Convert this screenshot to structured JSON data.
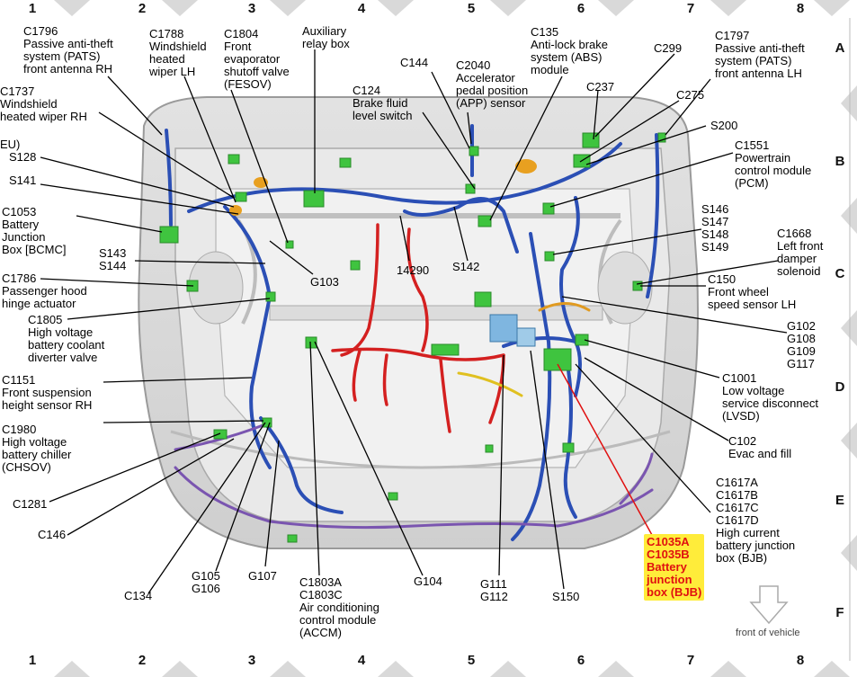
{
  "grid": {
    "columns": [
      "1",
      "2",
      "3",
      "4",
      "5",
      "6",
      "7",
      "8"
    ],
    "rows": [
      "A",
      "B",
      "C",
      "D",
      "E",
      "F"
    ]
  },
  "labels": {
    "c1796": [
      "C1796",
      "Passive anti-theft",
      "system (PATS)",
      "front antenna RH"
    ],
    "c1788": [
      "C1788",
      "Windshield",
      "heated",
      "wiper LH"
    ],
    "c1804": [
      "C1804",
      "Front",
      "evaporator",
      "shutoff valve",
      "(FESOV)"
    ],
    "aux_relay": [
      "Auxiliary",
      "relay box"
    ],
    "c144": [
      "C144"
    ],
    "c2040": [
      "C2040",
      "Accelerator",
      "pedal position",
      "(APP) sensor"
    ],
    "c135": [
      "C135",
      "Anti-lock brake",
      "system (ABS)",
      "module"
    ],
    "c299": [
      "C299"
    ],
    "c1797": [
      "C1797",
      "Passive anti-theft",
      "system (PATS)",
      "front antenna LH"
    ],
    "c1737": [
      "C1737",
      "Windshield",
      "heated wiper RH"
    ],
    "c124": [
      "C124",
      "Brake fluid",
      "level switch"
    ],
    "c237": [
      "C237"
    ],
    "c275": [
      "C275"
    ],
    "s200": [
      "S200"
    ],
    "eu": [
      "EU)"
    ],
    "s128": [
      "S128"
    ],
    "s141": [
      "S141"
    ],
    "c1551": [
      "C1551",
      "Powertrain",
      "control module",
      "(PCM)"
    ],
    "c1053": [
      "C1053",
      "Battery",
      "Junction",
      "Box [BCMC]"
    ],
    "s146": [
      "S146",
      "S147",
      "S148",
      "S149"
    ],
    "c1668": [
      "C1668",
      "Left front",
      "damper",
      "solenoid"
    ],
    "s143": [
      "S143",
      "S144"
    ],
    "g103": [
      "G103"
    ],
    "n14290": [
      "14290"
    ],
    "s142": [
      "S142"
    ],
    "c1786": [
      "C1786",
      "Passenger hood",
      "hinge actuator"
    ],
    "c150": [
      "C150",
      "Front wheel",
      "speed sensor LH"
    ],
    "c1805": [
      "C1805",
      "High voltage",
      "battery coolant",
      "diverter valve"
    ],
    "g102": [
      "G102",
      "G108",
      "G109",
      "G117"
    ],
    "c1151": [
      "C1151",
      "Front suspension",
      "height sensor RH"
    ],
    "c1001": [
      "C1001",
      "Low voltage",
      "service disconnect",
      "(LVSD)"
    ],
    "c1980": [
      "C1980",
      "High voltage",
      "battery chiller",
      "(CHSOV)"
    ],
    "c102": [
      "C102",
      "Evac and fill"
    ],
    "c1281": [
      "C1281"
    ],
    "c1617": [
      "C1617A",
      "C1617B",
      "C1617C",
      "C1617D",
      "High current",
      "battery junction",
      "box (BJB)"
    ],
    "c146": [
      "C146"
    ],
    "c1035": [
      "C1035A",
      "C1035B",
      "Battery",
      "junction",
      "box (BJB)"
    ],
    "c134": [
      "C134"
    ],
    "g105": [
      "G105",
      "G106"
    ],
    "g107": [
      "G107"
    ],
    "c1803": [
      "C1803A",
      "C1803C",
      "Air conditioning",
      "control module",
      "(ACCM)"
    ],
    "g104": [
      "G104"
    ],
    "g111": [
      "G111",
      "G112"
    ],
    "s150": [
      "S150"
    ]
  },
  "front_of_vehicle": "front of vehicle",
  "colors": {
    "harness_blue": "#2b4fb5",
    "harness_red": "#d42020",
    "harness_purple": "#7a55b0",
    "connector_green": "#3fc43f",
    "highlight_yellow": "#ffec3a",
    "highlight_text": "#e01010"
  }
}
